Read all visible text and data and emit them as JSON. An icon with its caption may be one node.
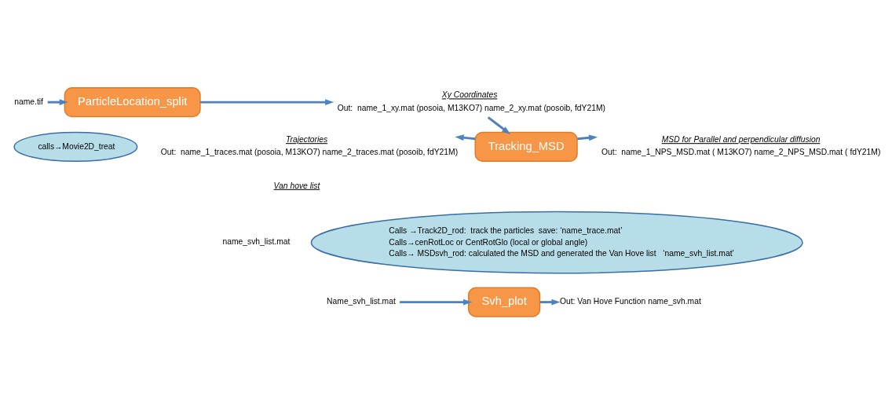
{
  "diagram": {
    "nodes": [
      {
        "text": [
          "name.tif"
        ]
      },
      {
        "text": [
          "ParticleLocation_split"
        ]
      },
      {
        "text": [
          "calls→Movie2D_treat"
        ]
      },
      {
        "text": [
          "Xy Coordinates",
          "Out:  name_1_xy.mat (posoia, M13KO7) name_2_xy.mat (posoib, fdY21M)"
        ]
      },
      {
        "text": [
          "Tracking_MSD"
        ]
      },
      {
        "text": [
          "Trajectories",
          "Out:  name_1_traces.mat (posoia, M13KO7) name_2_traces.mat (posoib, fdY21M)"
        ]
      },
      {
        "text": [
          "MSD for Parallel and perpendicular diffusion",
          "Out:  name_1_NPS_MSD.mat ( M13KO7) name_2_NPS_MSD.mat ( fdY21M)"
        ]
      },
      {
        "text": [
          "Calls →Track2D_rod:  track the particles  save: ‘name_trace.mat’",
          "Calls→cenRotLoc or CentRotGlo (local or global angle)",
          "Calls→ MSDsvh_rod: calculated the MSD and generated the Van Hove list   ‘name_svh_list.mat’"
        ]
      },
      {
        "text": [
          "Name_svh_list.mat"
        ]
      },
      {
        "text": [
          "Svh_plot"
        ]
      },
      {
        "text": [
          "Out: Van Hove Function name_svh.mat"
        ]
      }
    ],
    "edges": [
      {
        "from": 0,
        "to": 1,
        "arrow": "to"
      },
      {
        "from": 1,
        "to": 3,
        "arrow": "to"
      },
      {
        "from": 3,
        "to": 4,
        "arrow": "to"
      },
      {
        "from": 4,
        "to": 5,
        "arrow": "to"
      },
      {
        "from": 4,
        "to": 6,
        "arrow": "to"
      },
      {
        "from": 8,
        "to": 9,
        "arrow": "to"
      },
      {
        "from": 9,
        "to": 10,
        "arrow": "to"
      }
    ],
    "labels": [
      "Van hove list",
      "name_svh_list.mat"
    ]
  }
}
